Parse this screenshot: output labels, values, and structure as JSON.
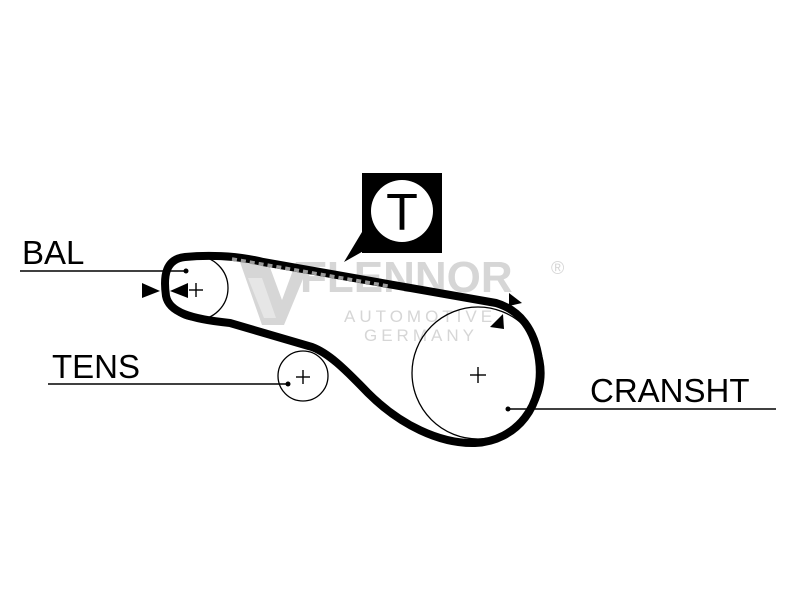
{
  "labels": {
    "balancer": "BAL",
    "tensioner": "TENS",
    "crankshaft": "CRANSHT"
  },
  "timing_badge": {
    "letter": "T"
  },
  "watermark": {
    "brand": "FLENNOR",
    "registered_mark": "®",
    "line1": "AUTOMOTIVE",
    "line2": "GERMANY"
  },
  "colors": {
    "belt": "#000000",
    "watermark": "#d6d6d6",
    "background": "#ffffff"
  }
}
